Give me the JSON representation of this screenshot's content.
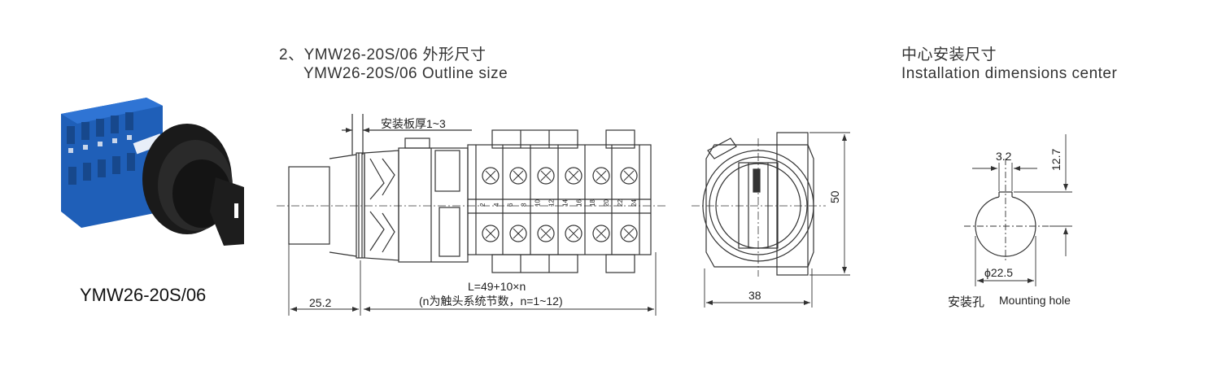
{
  "outline": {
    "title_cn": "2、YMW26-20S/06 外形尺寸",
    "title_en": "YMW26-20S/06 Outline size",
    "panel_label": "安装板厚1~3",
    "length_formula": "L=49+10×n",
    "length_note": "(n为触头系统节数，n=1~12)",
    "dim_knob": "25.2",
    "dim_width": "38",
    "dim_height": "50",
    "terminal_numbers": [
      "2",
      "4",
      "6",
      "8",
      "10",
      "12",
      "14",
      "16",
      "18",
      "20",
      "22",
      "24"
    ]
  },
  "install": {
    "title_cn": "中心安装尺寸",
    "title_en": "Installation dimensions center",
    "dim_key": "3.2",
    "dim_offset": "12.7",
    "dim_diameter": "ϕ22.5",
    "hole_cn": "安装孔",
    "hole_en": "Mounting hole"
  },
  "product": {
    "model": "YMW26-20S/06"
  },
  "colors": {
    "switch_blue": "#1f5fb8",
    "knob_black": "#1a1a1a",
    "line": "#333333"
  }
}
